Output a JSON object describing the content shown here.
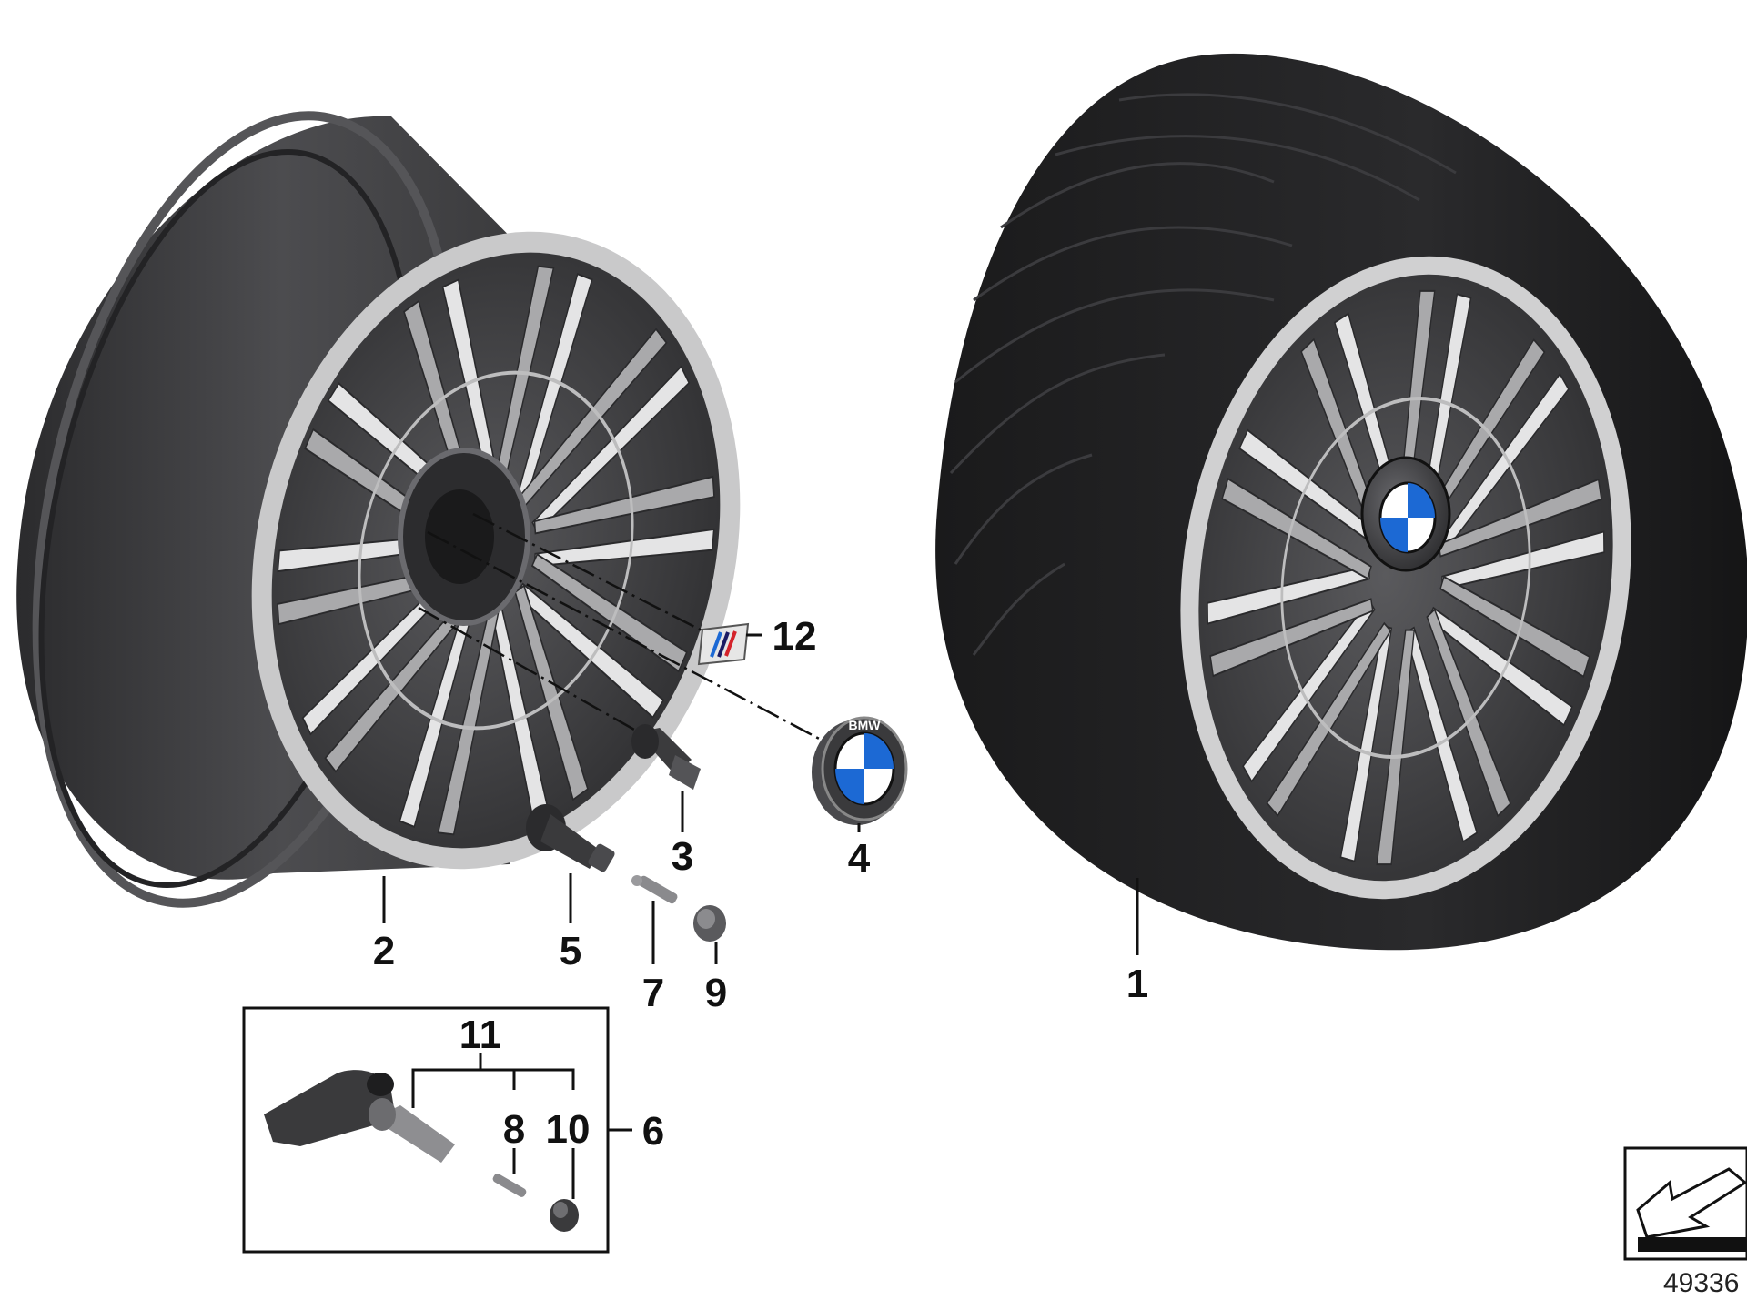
{
  "diagram": {
    "callouts": [
      {
        "id": "1",
        "label": "1"
      },
      {
        "id": "2",
        "label": "2"
      },
      {
        "id": "3",
        "label": "3"
      },
      {
        "id": "4",
        "label": "4"
      },
      {
        "id": "5",
        "label": "5"
      },
      {
        "id": "6",
        "label": "6"
      },
      {
        "id": "7",
        "label": "7"
      },
      {
        "id": "8",
        "label": "8"
      },
      {
        "id": "9",
        "label": "9"
      },
      {
        "id": "10",
        "label": "10"
      },
      {
        "id": "11",
        "label": "11"
      },
      {
        "id": "12",
        "label": "12"
      }
    ],
    "document_id": "49336",
    "logo_letters": "BMW",
    "colors": {
      "rim_dark": "#3d3d3f",
      "rim_face": "#d6d6d6",
      "tire": "#1e1e20",
      "bmw_blue": "#1c69d4"
    }
  }
}
